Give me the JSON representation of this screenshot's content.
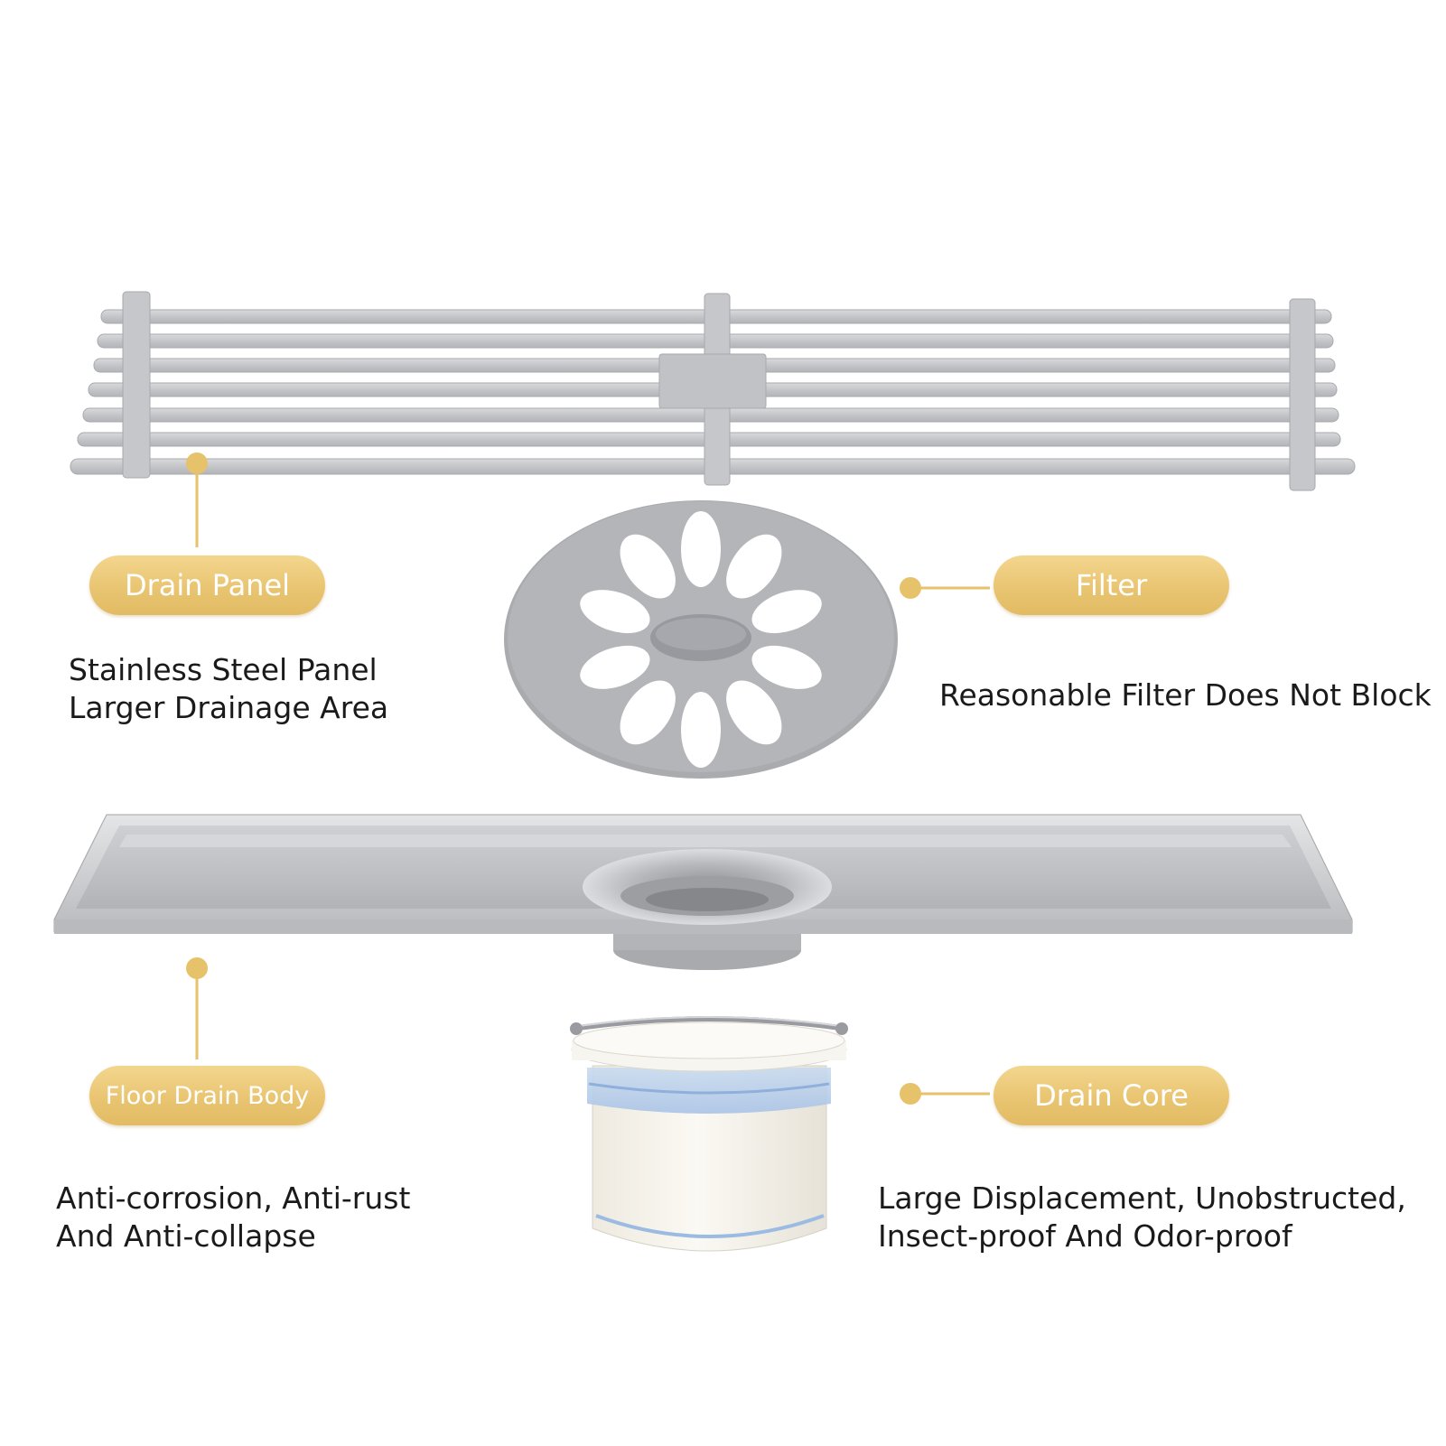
{
  "colors": {
    "accent_gold": "#e9c572",
    "steel": "#c9cacd",
    "text": "#1a1a1a"
  },
  "components": {
    "drain_panel": {
      "label": "Drain Panel",
      "description": [
        "Stainless Steel Panel",
        "Larger Drainage Area"
      ]
    },
    "filter": {
      "label": "Filter",
      "description": [
        "Reasonable Filter Does Not Block"
      ]
    },
    "floor_drain_body": {
      "label": "Floor Drain Body",
      "description": [
        "Anti-corrosion, Anti-rust",
        "And Anti-collapse"
      ]
    },
    "drain_core": {
      "label": "Drain Core",
      "description": [
        "Large Displacement, Unobstructed,",
        "Insect-proof And Odor-proof"
      ]
    }
  }
}
